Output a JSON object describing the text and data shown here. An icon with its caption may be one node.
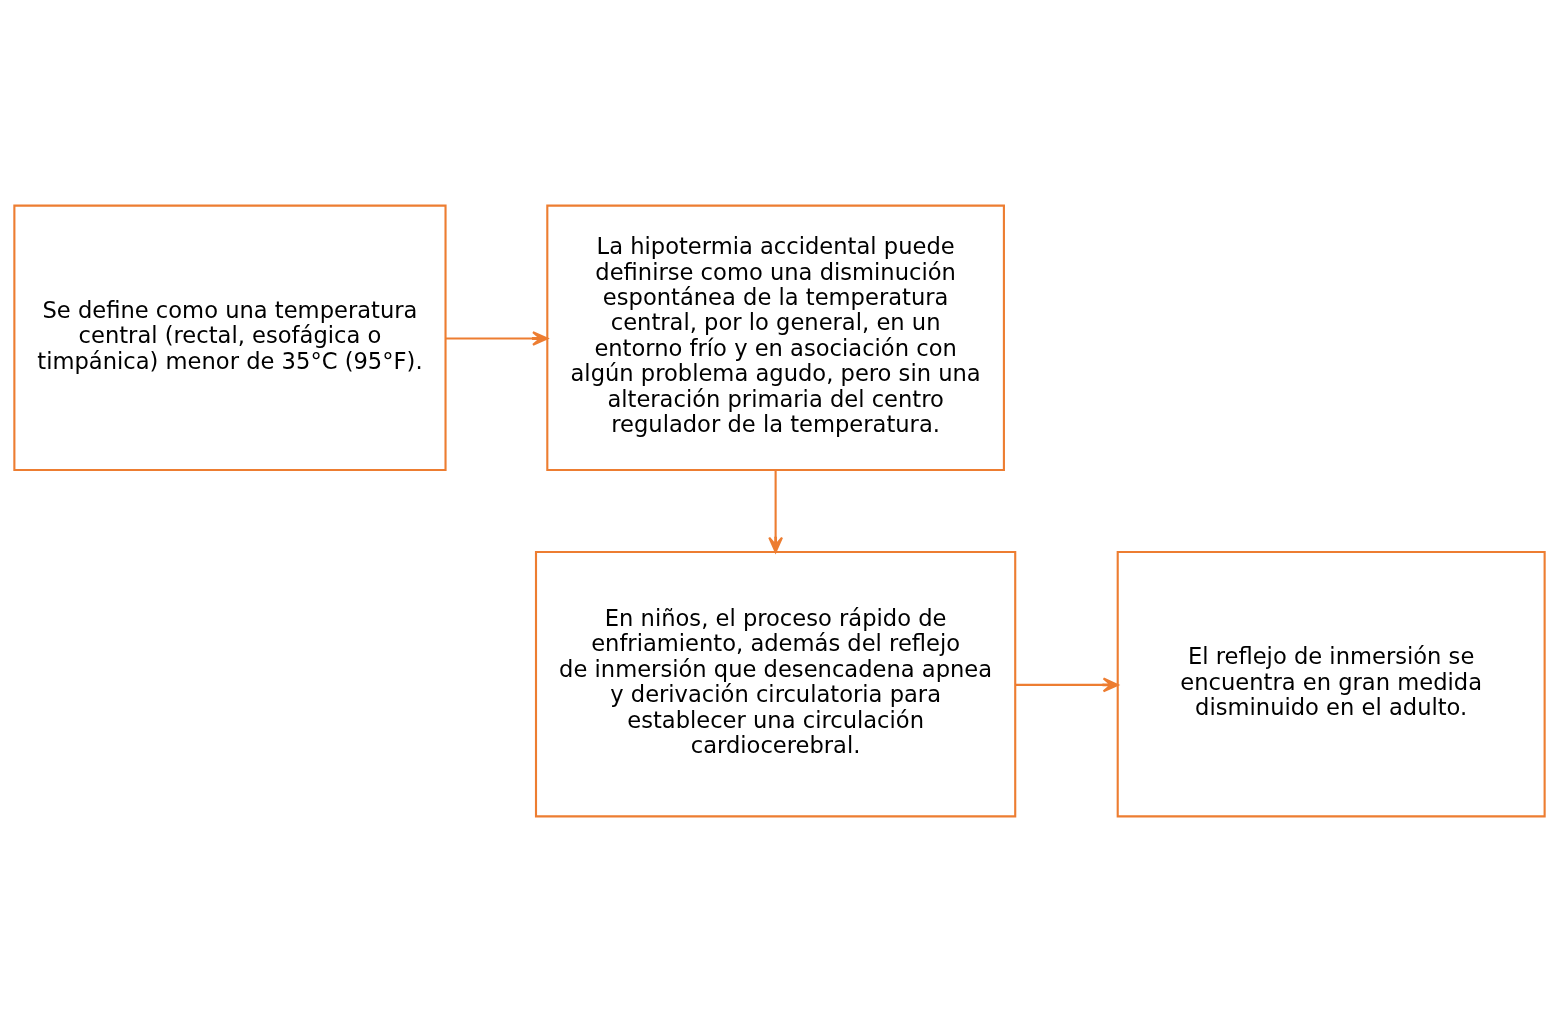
{
  "diagram": {
    "nodes": [
      {
        "text": [
          "Se define como una temperatura central (rectal, esofágica o timpánica) menor de 35°C (95°F)."
        ]
      },
      {
        "text": [
          "La hipotermia accidental puede definirse como una disminución espontánea de la temperatura central, por lo general, en un entorno frío y en asociación con algún problema agudo, pero sin una alteración primaria del centro regulador de la temperatura."
        ]
      },
      {
        "text": [
          "En niños, el proceso rápido de enfriamiento, además del reflejo de inmersión que desencadena apnea y derivación circulatoria para establecer una circulación cardiocerebral."
        ]
      },
      {
        "text": [
          "El reflejo de inmersión se encuentra en gran medida disminuido en el adulto."
        ]
      }
    ],
    "edges": [
      {
        "from": 0,
        "to": 1,
        "arrow": "to"
      },
      {
        "from": 1,
        "to": 2,
        "arrow": "to"
      },
      {
        "from": 2,
        "to": 3,
        "arrow": "to"
      }
    ]
  }
}
